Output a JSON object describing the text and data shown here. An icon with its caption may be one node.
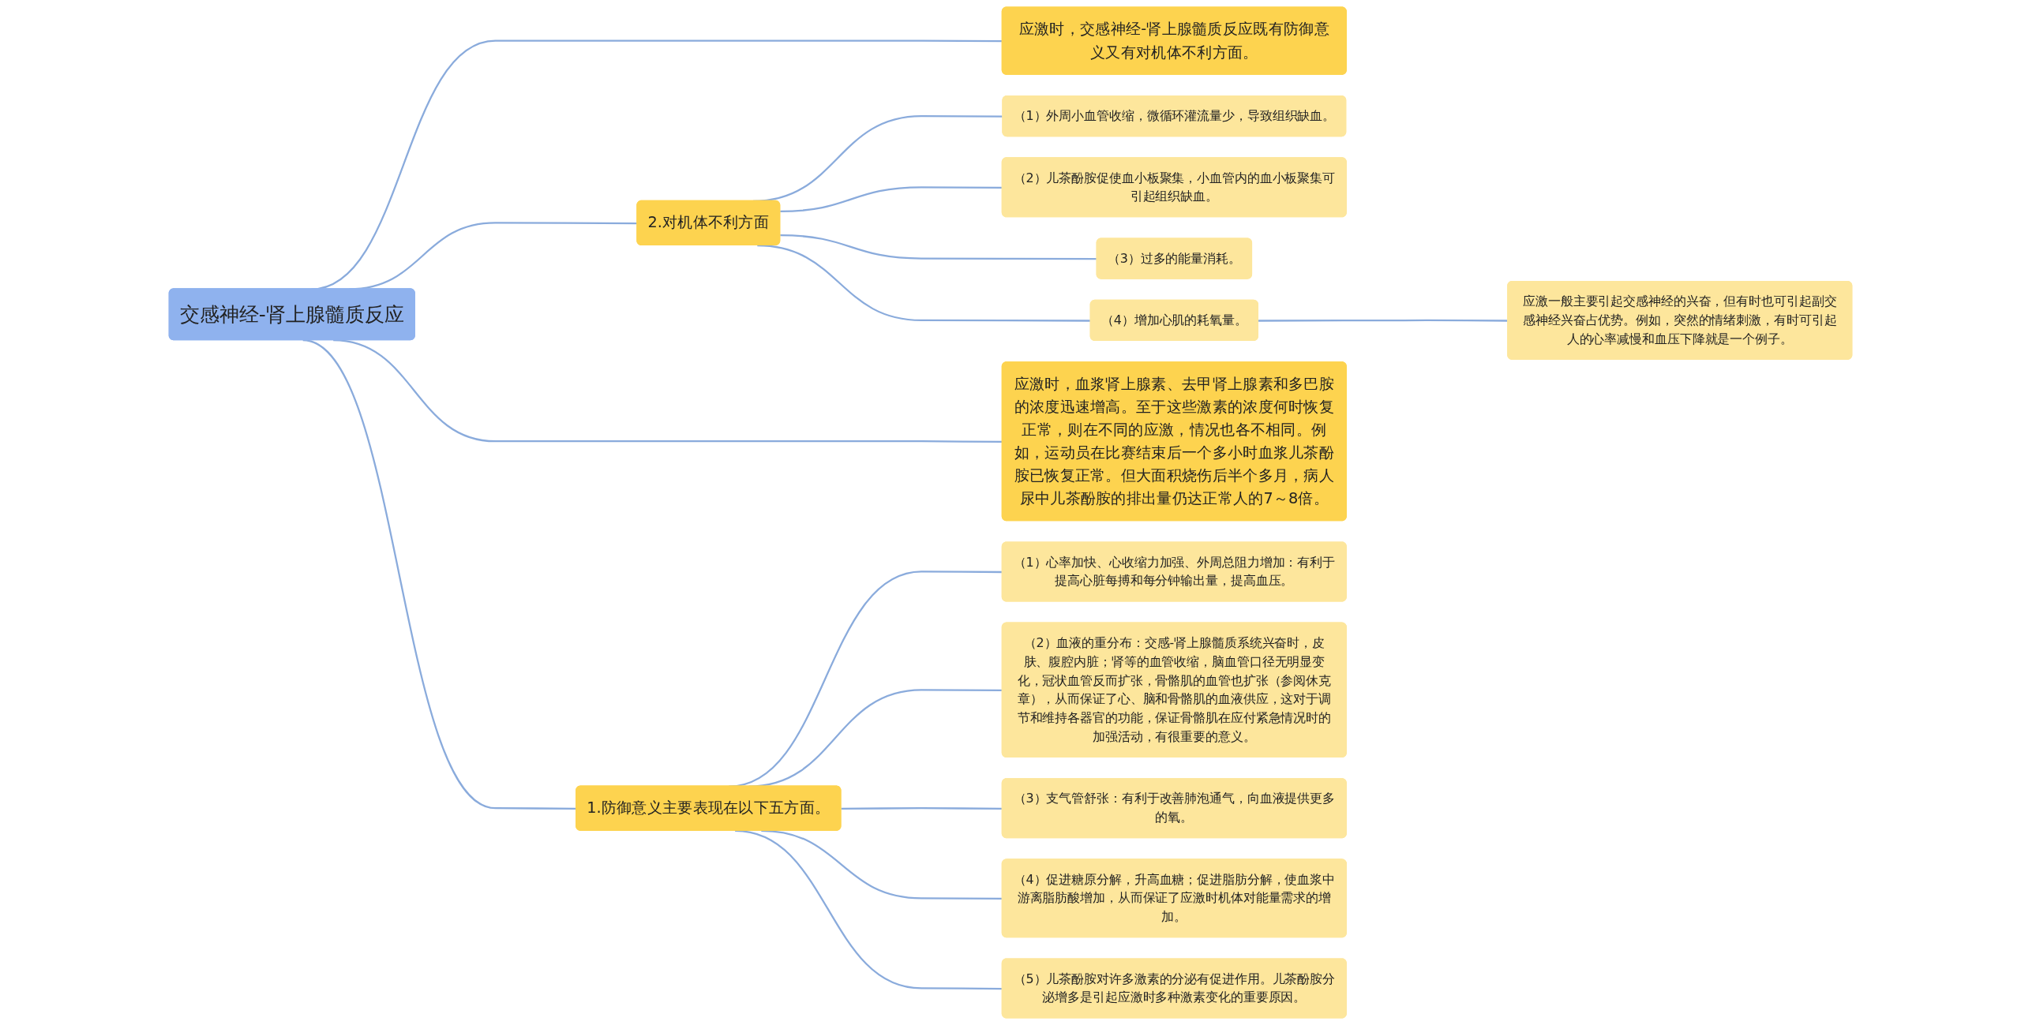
{
  "diagram": {
    "nodes": [
      {
        "text": [
          "交感神经-肾上腺髓质反应"
        ]
      },
      {
        "text": [
          "应激时，交感神经-肾上腺髓质反应既有防御意义又有对机体不利方面。"
        ]
      },
      {
        "text": [
          "2.对机体不利方面"
        ]
      },
      {
        "text": [
          "（1）外周小血管收缩，微循环灌流量少，导致组织缺血。"
        ]
      },
      {
        "text": [
          "（2）儿茶酚胺促使血小板聚集，小血管内的血小板聚集可引起组织缺血。"
        ]
      },
      {
        "text": [
          "（3）过多的能量消耗。"
        ]
      },
      {
        "text": [
          "（4）增加心肌的耗氧量。"
        ]
      },
      {
        "text": [
          "应激一般主要引起交感神经的兴奋，但有时也可引起副交感神经兴奋占优势。例如，突然的情绪刺激，有时可引起人的心率减慢和血压下降就是一个例子。"
        ]
      },
      {
        "text": [
          "应激时，血浆肾上腺素、去甲肾上腺素和多巴胺的浓度迅速增高。至于这些激素的浓度何时恢复正常，则在不同的应激，情况也各不相同。例如，运动员在比赛结束后一个多小时血浆儿茶酚胺已恢复正常。但大面积烧伤后半个多月，病人尿中儿茶酚胺的排出量仍达正常人的7～8倍。"
        ]
      },
      {
        "text": [
          "1.防御意义主要表现在以下五方面。"
        ]
      },
      {
        "text": [
          "（1）心率加快、心收缩力加强、外周总阻力增加：有利于提高心脏每搏和每分钟输出量，提高血压。"
        ]
      },
      {
        "text": [
          "（2）血液的重分布：交感-肾上腺髓质系统兴奋时，皮肤、腹腔内脏；肾等的血管收缩，脑血管口径无明显变化，冠状血管反而扩张，骨骼肌的血管也扩张（参阅休克章），从而保证了心、脑和骨骼肌的血液供应，这对于调节和维持各器官的功能，保证骨骼肌在应付紧急情况时的加强活动，有很重要的意义。"
        ]
      },
      {
        "text": [
          "（3）支气管舒张：有利于改善肺泡通气，向血液提供更多的氧。"
        ]
      },
      {
        "text": [
          "（4）促进糖原分解，升高血糖；促进脂肪分解，使血浆中游离脂肪酸增加，从而保证了应激时机体对能量需求的增加。"
        ]
      },
      {
        "text": [
          "（5）儿茶酚胺对许多激素的分泌有促进作用。儿茶酚胺分泌增多是引起应激时多种激素变化的重要原因。"
        ]
      }
    ],
    "edges": [
      {
        "from": 0,
        "to": 1,
        "arrow": "none"
      },
      {
        "from": 0,
        "to": 2,
        "arrow": "none"
      },
      {
        "from": 2,
        "to": 3,
        "arrow": "none"
      },
      {
        "from": 2,
        "to": 4,
        "arrow": "none"
      },
      {
        "from": 2,
        "to": 5,
        "arrow": "none"
      },
      {
        "from": 2,
        "to": 6,
        "arrow": "none"
      },
      {
        "from": 6,
        "to": 7,
        "arrow": "none"
      },
      {
        "from": 0,
        "to": 8,
        "arrow": "none"
      },
      {
        "from": 0,
        "to": 9,
        "arrow": "none"
      },
      {
        "from": 9,
        "to": 10,
        "arrow": "none"
      },
      {
        "from": 9,
        "to": 11,
        "arrow": "none"
      },
      {
        "from": 9,
        "to": 12,
        "arrow": "none"
      },
      {
        "from": 9,
        "to": 13,
        "arrow": "none"
      },
      {
        "from": 9,
        "to": 14,
        "arrow": "none"
      }
    ]
  }
}
